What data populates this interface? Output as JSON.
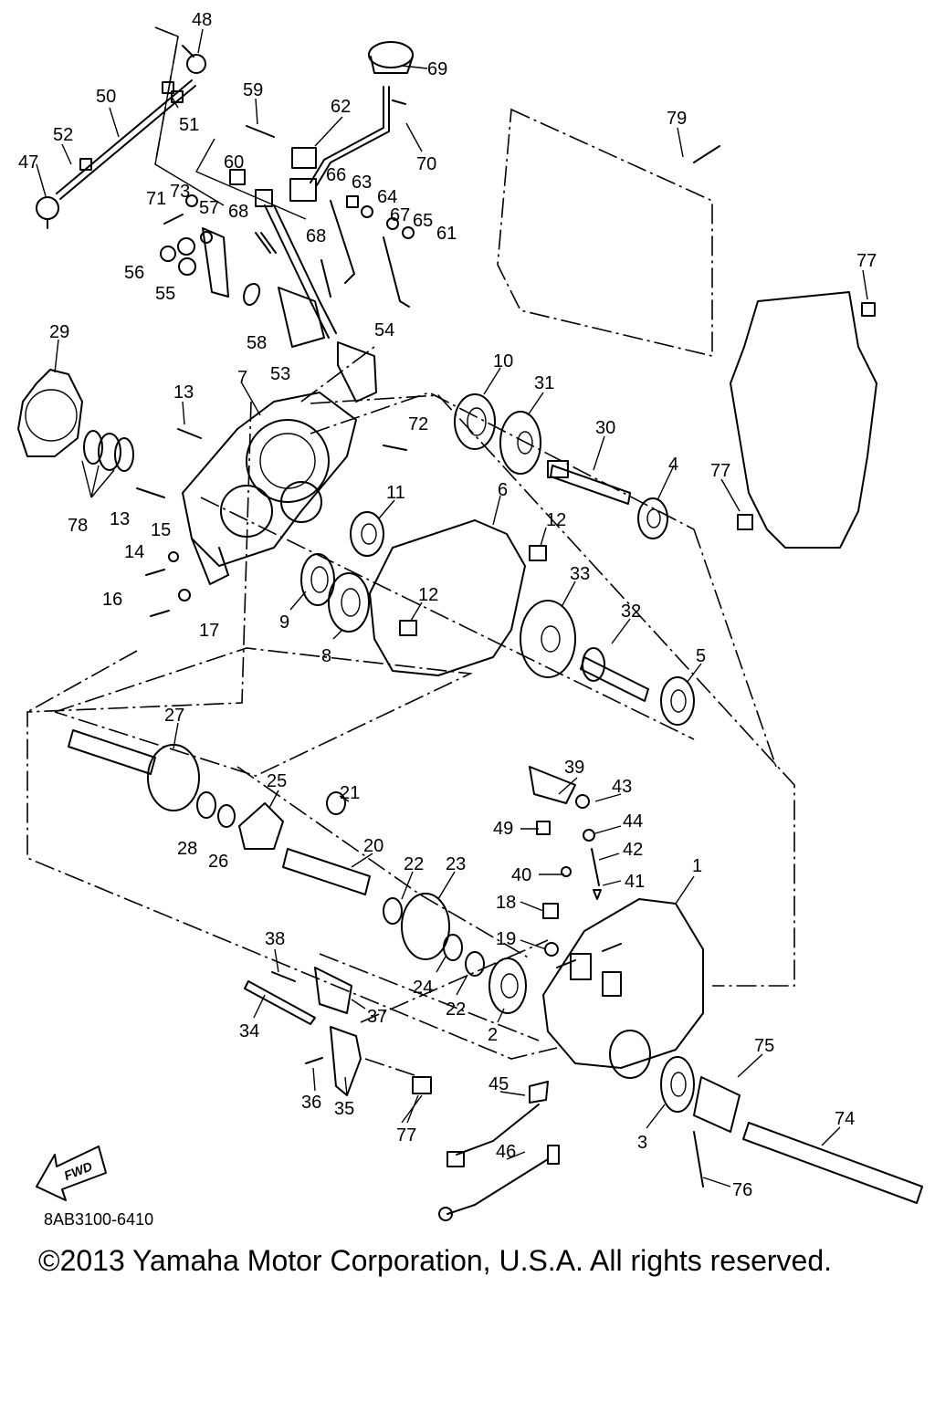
{
  "diagram": {
    "reference_code": "8AB3100-6410",
    "copyright": "©2013 Yamaha Motor Corporation, U.S.A. All rights reserved.",
    "direction_label": "FWD",
    "callouts": [
      "1",
      "2",
      "3",
      "4",
      "5",
      "6",
      "7",
      "8",
      "9",
      "10",
      "11",
      "12",
      "12",
      "13",
      "13",
      "14",
      "15",
      "16",
      "17",
      "18",
      "19",
      "20",
      "21",
      "22",
      "22",
      "23",
      "24",
      "25",
      "26",
      "27",
      "28",
      "29",
      "30",
      "31",
      "32",
      "33",
      "34",
      "35",
      "36",
      "37",
      "38",
      "39",
      "40",
      "41",
      "42",
      "43",
      "44",
      "45",
      "46",
      "47",
      "48",
      "49",
      "50",
      "51",
      "52",
      "53",
      "54",
      "55",
      "56",
      "57",
      "58",
      "59",
      "60",
      "61",
      "62",
      "63",
      "64",
      "65",
      "66",
      "67",
      "68",
      "68",
      "69",
      "70",
      "71",
      "72",
      "73",
      "74",
      "75",
      "76",
      "77",
      "77",
      "77",
      "78",
      "79"
    ]
  }
}
